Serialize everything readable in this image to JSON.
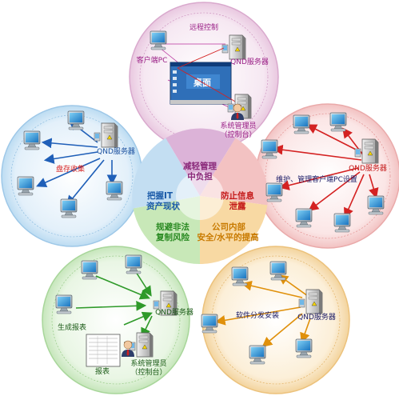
{
  "center": {
    "top": [
      "减轻管理",
      "中负担"
    ],
    "right": [
      "防止信息",
      "泄露"
    ],
    "bottom_right": [
      "公司内部",
      "安全/水平的提高"
    ],
    "bottom_left": [
      "规避非法",
      "复制风险"
    ],
    "left": [
      "把握IT",
      "资产现状"
    ]
  },
  "top_cluster": {
    "title": "远程控制",
    "client_label": "客户端PC",
    "server_label": "QND服务器",
    "desktop_label": "桌面",
    "admin_label": [
      "系统管理员",
      "（控制台）"
    ]
  },
  "left_cluster": {
    "server_label": "QND服务器",
    "action_label": "盘存收集"
  },
  "right_cluster": {
    "server_label": "QND服务器",
    "action_label": "维护、管理客户端PC设置"
  },
  "bottom_left_cluster": {
    "server_label": "QND服务器",
    "report_gen_label": "生成报表",
    "report_label": "报表",
    "admin_label": [
      "系统管理员",
      "（控制台）"
    ]
  },
  "bottom_right_cluster": {
    "server_label": "QND服务器",
    "action_label": "软件分发安装"
  },
  "colors": {
    "top": "#b8329e",
    "left": "#1f5fb8",
    "right": "#d42222",
    "bottom_left": "#2f9a2a",
    "bottom_right": "#e0900a"
  }
}
